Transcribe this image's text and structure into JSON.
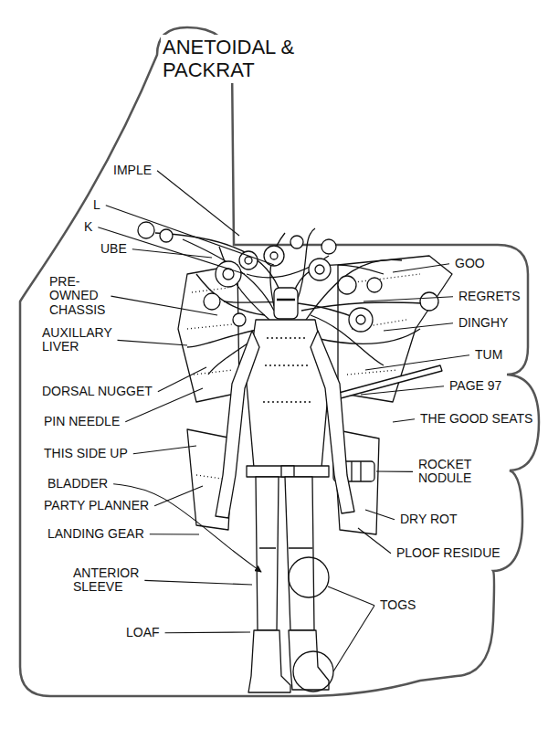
{
  "diagram": {
    "title": "ANETOIDAL & PACKRAT",
    "labels": [
      "IMPLE",
      "L",
      "K",
      "UBE",
      "PRE-OWNED CHASSIS",
      "AUXILLARY LIVER",
      "DORSAL NUGGET",
      "PIN NEEDLE",
      "THIS SIDE UP",
      "BLADDER",
      "PARTY PLANNER",
      "LANDING GEAR",
      "ANTERIOR SLEEVE",
      "LOAF",
      "GOO",
      "REGRETS",
      "DINGHY",
      "TUM",
      "PAGE 97",
      "THE GOOD SEATS",
      "ROCKET NODULE",
      "DRY ROT",
      "PLOOF RESIDUE",
      "TOGS"
    ]
  }
}
